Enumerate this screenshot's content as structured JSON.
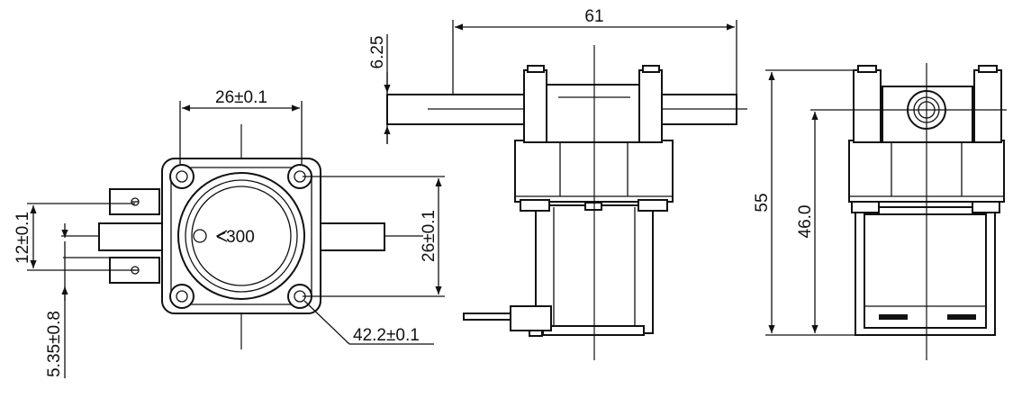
{
  "front_view": {
    "width_dim": "26±0.1",
    "height_dim": "26±0.1",
    "terminal_spacing_dim": "12±0.1",
    "inlet_offset_dim": "5.35±0.8",
    "bolt_circle_dim": "42.2±0.1",
    "body_marking": "<300"
  },
  "side_view": {
    "length_dim": "61",
    "tube_height_dim": "6.25"
  },
  "end_view": {
    "overall_height_dim": "55",
    "port_height_dim": "46.0"
  }
}
